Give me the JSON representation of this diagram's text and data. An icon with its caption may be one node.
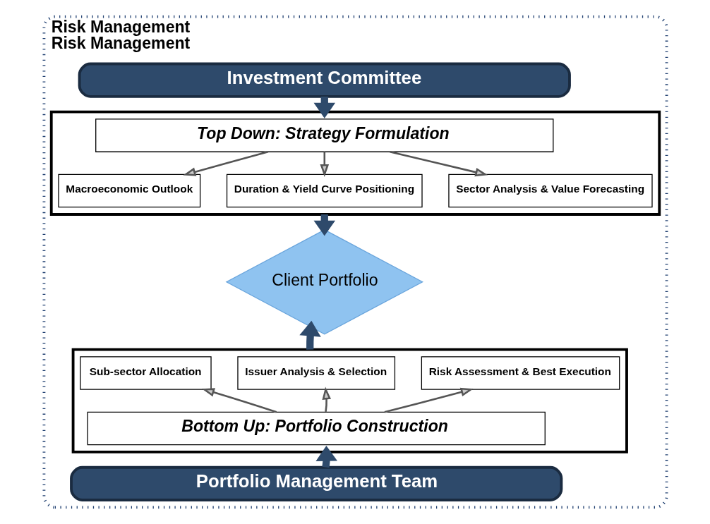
{
  "diagram": {
    "nodes": [
      {
        "text": [
          "Risk Management",
          "Risk Management"
        ]
      },
      {
        "text": [
          "Investment Committee"
        ],
        "in": 0
      },
      {
        "text": [],
        "shape": "box",
        "in": 0
      },
      {
        "text": [
          "Top Down: Strategy Formulation"
        ],
        "in": 2
      },
      {
        "text": [
          "Macroeconomic Outlook"
        ],
        "in": 2
      },
      {
        "text": [
          "Duration & Yield Curve Positioning"
        ],
        "in": 2
      },
      {
        "text": [
          "Sector Analysis & Value Forecasting"
        ],
        "in": 2
      },
      {
        "text": [
          "Client Portfolio"
        ],
        "in": 0
      },
      {
        "text": [],
        "shape": "box",
        "in": 0
      },
      {
        "text": [
          "Sub-sector Allocation"
        ],
        "in": 8
      },
      {
        "text": [
          "Issuer Analysis & Selection"
        ],
        "in": 8
      },
      {
        "text": [
          "Risk Assessment & Best Execution"
        ],
        "in": 8
      },
      {
        "text": [
          "Bottom Up: Portfolio Construction"
        ],
        "in": 8
      },
      {
        "text": [
          "Portfolio Management Team"
        ],
        "in": 0
      }
    ],
    "edges": [
      {
        "from": 1,
        "to": 2,
        "arrow": "to",
        "style": "thick",
        "color": "#2e4a6b"
      },
      {
        "from": 3,
        "to": 4,
        "arrow": "to"
      },
      {
        "from": 3,
        "to": 5,
        "arrow": "to"
      },
      {
        "from": 3,
        "to": 6,
        "arrow": "to"
      },
      {
        "from": 2,
        "to": 7,
        "arrow": "to",
        "style": "thick",
        "color": "#2e4a6b"
      },
      {
        "from": 8,
        "to": 7,
        "arrow": "to",
        "style": "thick",
        "color": "#2e4a6b"
      },
      {
        "from": 12,
        "to": 9,
        "arrow": "to"
      },
      {
        "from": 12,
        "to": 10,
        "arrow": "to"
      },
      {
        "from": 12,
        "to": 11,
        "arrow": "to"
      },
      {
        "from": 13,
        "to": 8,
        "arrow": "to",
        "style": "thick",
        "color": "#2e4a6b"
      }
    ]
  }
}
